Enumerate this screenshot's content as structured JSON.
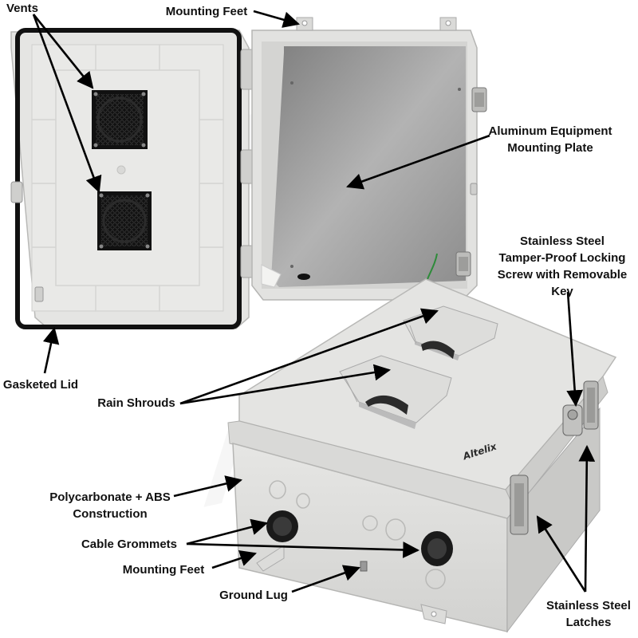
{
  "labels": {
    "vents": "Vents",
    "mounting_feet_top": "Mounting Feet",
    "aluminum_plate": [
      "Aluminum Equipment",
      "Mounting Plate"
    ],
    "locking_screw": [
      "Stainless Steel",
      "Tamper-Proof Locking",
      "Screw with Removable",
      "Key"
    ],
    "gasketed_lid": "Gasketed Lid",
    "rain_shrouds": "Rain Shrouds",
    "polycarbonate": [
      "Polycarbonate + ABS",
      "Construction"
    ],
    "cable_grommets": "Cable Grommets",
    "mounting_feet_bottom": "Mounting Feet",
    "ground_lug": "Ground Lug",
    "latches": [
      "Stainless Steel",
      "Latches"
    ]
  },
  "brand": "Altelix",
  "watermark": "Altelix",
  "colors": {
    "enclosure": "#e3e3e1",
    "enclosure_shadow": "#c8c8c6",
    "gasket": "#111111",
    "fan": "#1a1a1a",
    "plate": "#9a9a9a",
    "arrow": "#000000"
  }
}
